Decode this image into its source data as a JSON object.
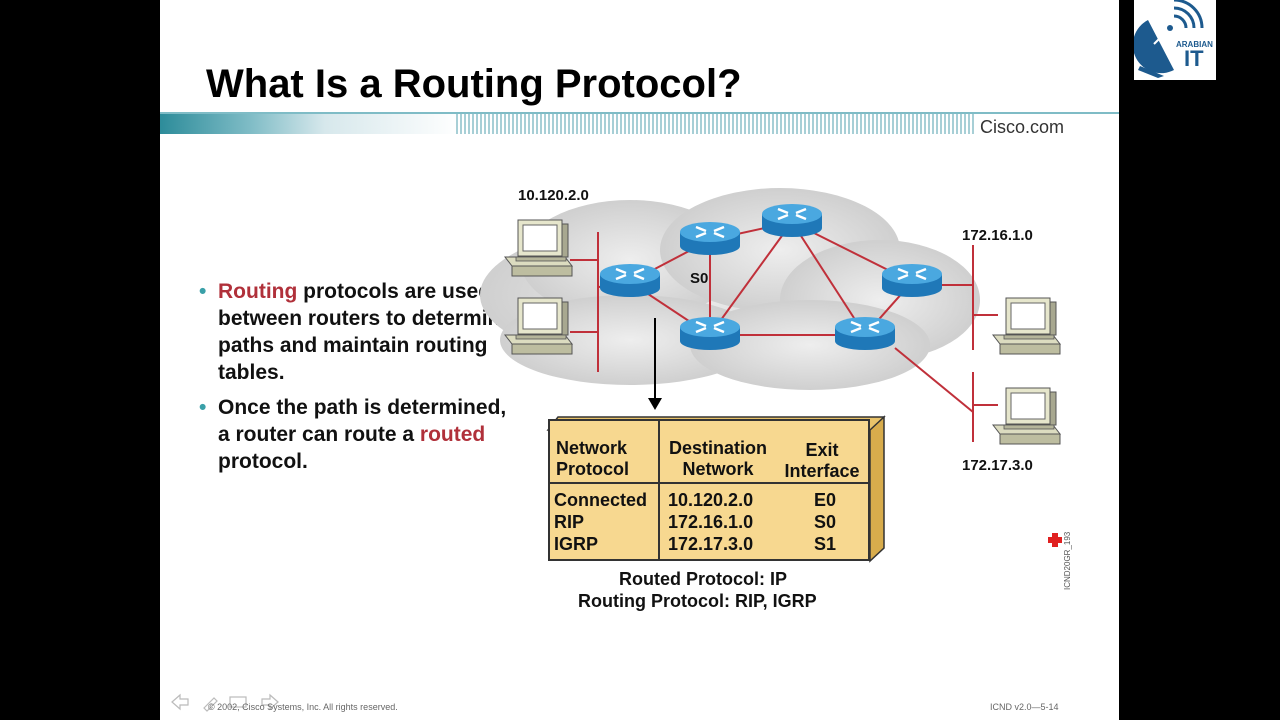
{
  "slide": {
    "title": "What Is a Routing Protocol?",
    "brand": "Cisco.com",
    "bullets": [
      {
        "accent": "Routing",
        "rest": " protocols are used between routers to determine paths and maintain routing tables."
      },
      {
        "before": "Once the path is determined, a router can route a ",
        "accent": "routed",
        "after": " protocol."
      }
    ],
    "networks": {
      "left": "10.120.2.0",
      "right_top": "172.16.1.0",
      "right_bottom": "172.17.3.0"
    },
    "interface_label": "S0",
    "routing_table": {
      "headers": {
        "protocol_line1": "Network",
        "protocol_line2": "Protocol",
        "destination_line1": "Destination",
        "destination_line2": "Network",
        "interface_line1": "Exit",
        "interface_line2": "Interface"
      },
      "rows": [
        {
          "protocol": "Connected",
          "destination": "10.120.2.0",
          "interface": "E0"
        },
        {
          "protocol": "RIP",
          "destination": "172.16.1.0",
          "interface": "S0"
        },
        {
          "protocol": "IGRP",
          "destination": "172.17.3.0",
          "interface": "S1"
        }
      ]
    },
    "captions": {
      "routed": "Routed Protocol: IP",
      "routing": "Routing Protocol: RIP, IGRP"
    },
    "footer": {
      "copyright": "© 2002, Cisco Systems, Inc. All rights reserved.",
      "course_code": "ICND v2.0—5-14",
      "side_code": "ICND20GR_193"
    }
  },
  "logo": {
    "small_text": "ARABIAN",
    "text": "IT"
  },
  "colors": {
    "accent": "#b0303a",
    "router": "#2a8cc8",
    "link": "#c0303a",
    "table_fill": "#f7d890"
  }
}
